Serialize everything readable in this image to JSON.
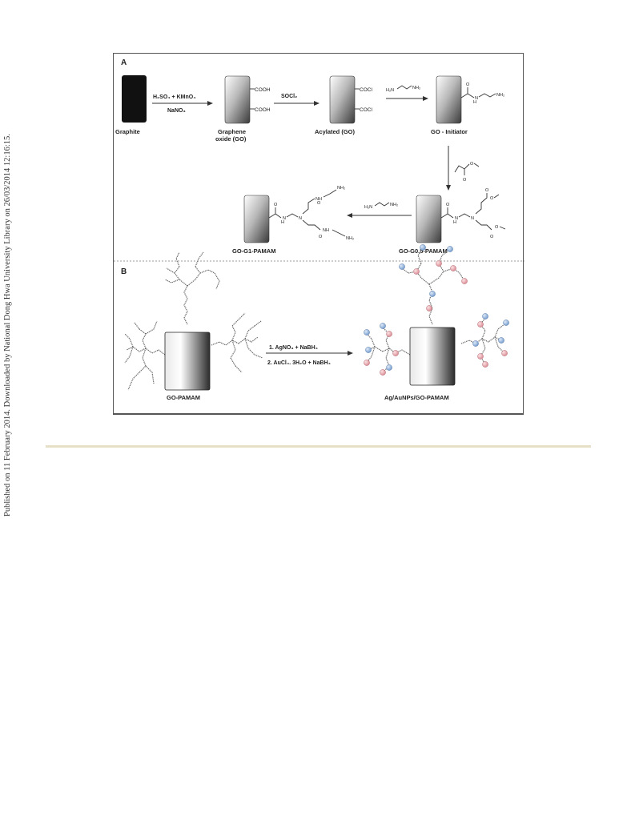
{
  "side_note": "Published on 11 February 2014. Downloaded by National Dong Hwa University Library on 26/03/2014 12:16:15.",
  "panel_a": {
    "label": "A",
    "graphite": "Graphite",
    "step1_reagent_a": "H₂SO₄ + KMnO₄",
    "step1_reagent_b": "NaNO₃",
    "go_line1": "Graphene",
    "go_line2": "oxide (GO)",
    "cooh": "COOH",
    "step2_reagent": "SOCl₂",
    "acylated": "Acylated (GO)",
    "cocl": "COCl",
    "eda_h2n": "H₂N",
    "eda_nh2": "NH₂",
    "initiator": "GO - Initiator",
    "nh": "NH",
    "n": "N",
    "h": "H",
    "o": "O",
    "g05": "GO-G0.5-PAMAM",
    "g1": "GO-G1-PAMAM"
  },
  "panel_b": {
    "label": "B",
    "go_pamam": "GO-PAMAM",
    "step_a": "1. AgNO₃ + NaBH₄",
    "step_b": "2. AuCl₄. 3H₂O + NaBH₄",
    "product": "Ag/AuNPs/GO-PAMAM"
  },
  "colors": {
    "ag": "#7fa8d8",
    "au": "#e2a0a6"
  }
}
